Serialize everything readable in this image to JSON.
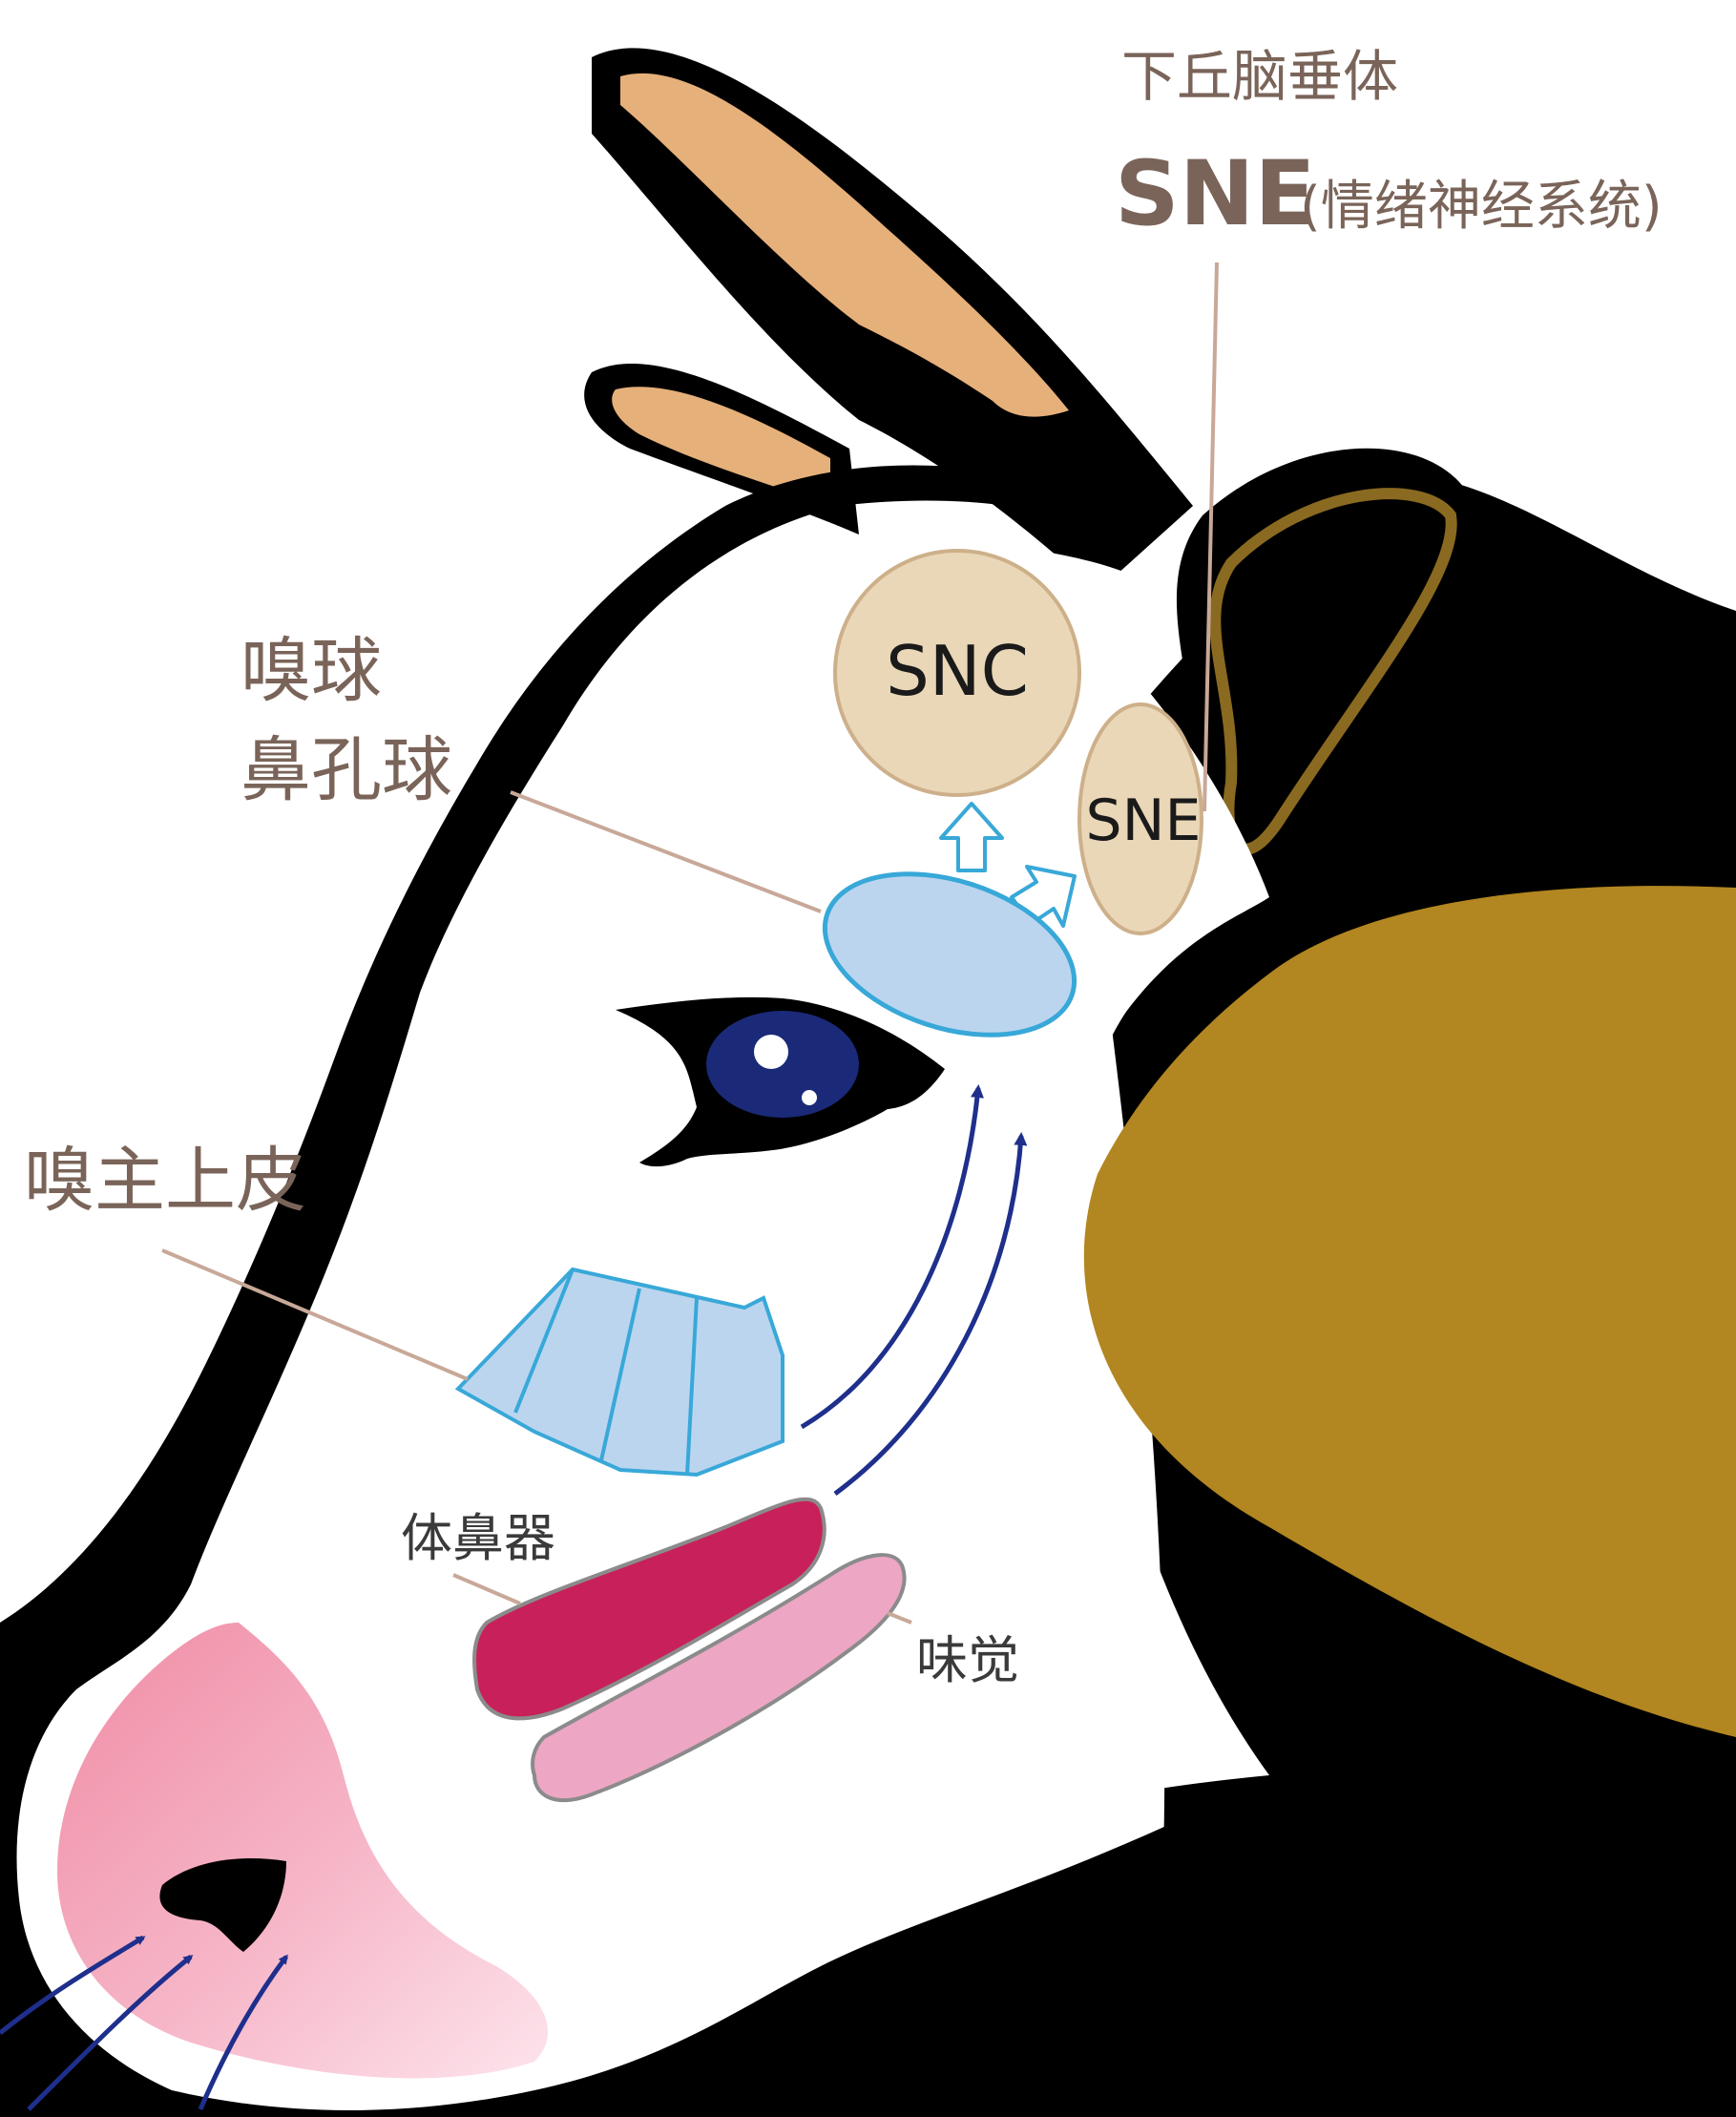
{
  "labels": {
    "hypothalamus": "下丘脑垂体",
    "sne_big": "SNE",
    "sne_big_note": "(情绪神经系统)",
    "olfactory_bulb_line1": "嗅球",
    "olfactory_bulb_line2": "鼻孔球",
    "main_olfactory_epithelium": "嗅主上皮",
    "vomeronasal": "体鼻器",
    "taste": "味觉"
  },
  "nodes": {
    "snc": "SNC",
    "sne": "SNE"
  },
  "colors": {
    "outline": "#000000",
    "horn": "#e6b07a",
    "hide": "#b28620",
    "ear_rim": "#8a6a20",
    "brain_node": "#ead7b7",
    "brain_node_stroke": "#cdb08a",
    "bulb_fill": "#bcd5ef",
    "bulb_stroke": "#38a8d8",
    "arrow_blue": "#1e2f8c",
    "vomeronasal": "#c8205a",
    "taste_fill": "#eda6c4",
    "nose_pink": "#f0a0b4",
    "eye_blue": "#1a2a78",
    "leader_line": "#c8a898"
  }
}
